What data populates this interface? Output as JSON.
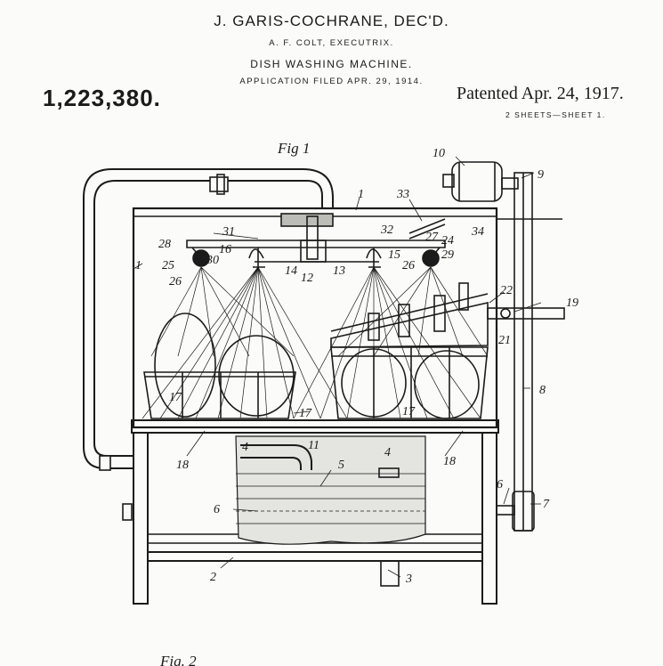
{
  "header": {
    "inventor": "J. GARIS-COCHRANE, DEC'D.",
    "executrix": "A. F. COLT, EXECUTRIX.",
    "title": "DISH WASHING MACHINE.",
    "filed": "APPLICATION FILED APR. 29, 1914.",
    "patent_number": "1,223,380.",
    "patented": "Patented Apr. 24, 1917.",
    "sheets": "2 SHEETS—SHEET 1."
  },
  "figure": {
    "label": "Fig 1",
    "next_label": "Fig. 2",
    "callouts": [
      "10",
      "9",
      "1",
      "33",
      "31",
      "32",
      "27",
      "24",
      "34",
      "28",
      "16",
      "15",
      "25",
      "30",
      "29",
      "26",
      "14",
      "12",
      "13",
      "22",
      "19",
      "21",
      "8",
      "17",
      "18",
      "4",
      "11",
      "5",
      "6",
      "7",
      "3",
      "2"
    ]
  }
}
